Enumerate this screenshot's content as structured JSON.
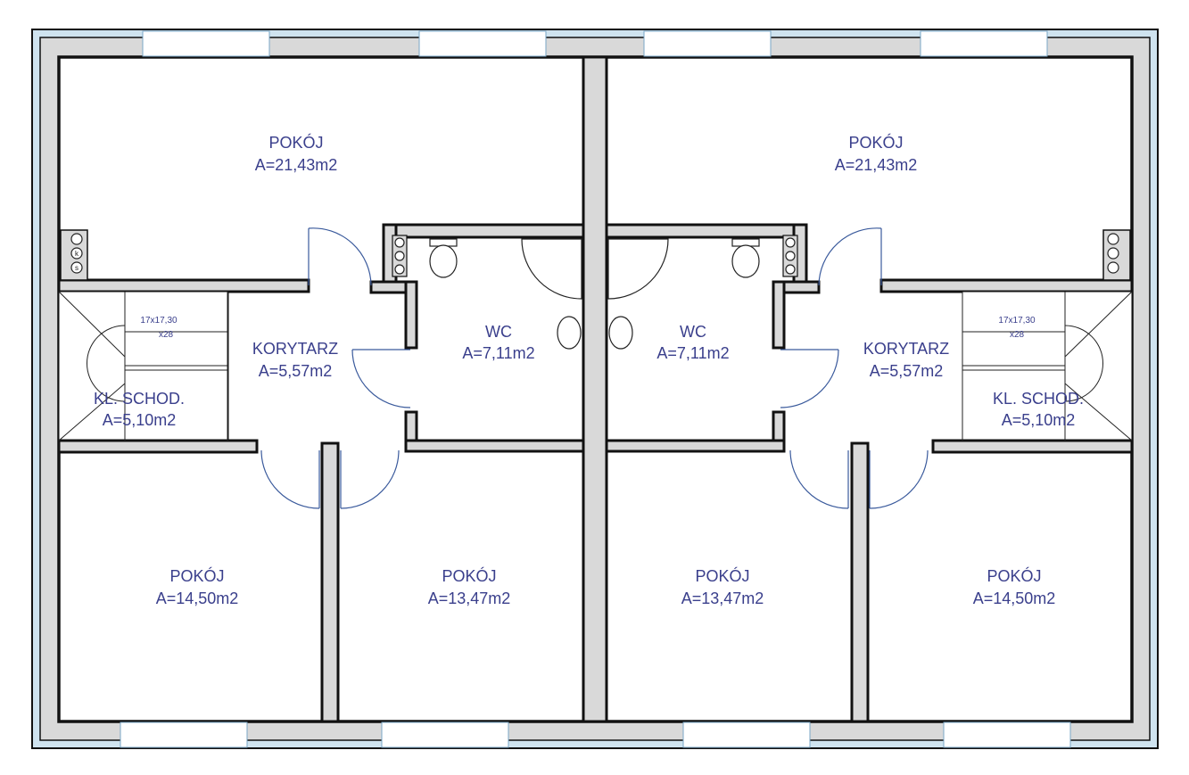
{
  "plan": {
    "rooms": [
      {
        "id": "room-top-left",
        "name": "POKÓJ",
        "area": "A=21,43m2"
      },
      {
        "id": "room-top-right",
        "name": "POKÓJ",
        "area": "A=21,43m2"
      },
      {
        "id": "wc-left",
        "name": "WC",
        "area": "A=7,11m2"
      },
      {
        "id": "wc-right",
        "name": "WC",
        "area": "A=7,11m2"
      },
      {
        "id": "corridor-left",
        "name": "KORYTARZ",
        "area": "A=5,57m2"
      },
      {
        "id": "corridor-right",
        "name": "KORYTARZ",
        "area": "A=5,57m2"
      },
      {
        "id": "stairs-left",
        "name": "KL. SCHOD.",
        "area": "A=5,10m2"
      },
      {
        "id": "stairs-right",
        "name": "KL. SCHOD.",
        "area": "A=5,10m2"
      },
      {
        "id": "room-bottom-left",
        "name": "POKÓJ",
        "area": "A=14,50m2"
      },
      {
        "id": "room-bottom-mid-left",
        "name": "POKÓJ",
        "area": "A=13,47m2"
      },
      {
        "id": "room-bottom-mid-right",
        "name": "POKÓJ",
        "area": "A=13,47m2"
      },
      {
        "id": "room-bottom-right",
        "name": "POKÓJ",
        "area": "A=14,50m2"
      }
    ],
    "stairs_spec": {
      "dims": "17x17,30",
      "count": "x28"
    },
    "vent_marks": [
      "k",
      "s"
    ],
    "colors": {
      "wall": "#d9d9d9",
      "outline": "#111111",
      "label": "#3a3f8c",
      "facade": "#cfe3ef",
      "door": "#3a5a9c"
    }
  }
}
